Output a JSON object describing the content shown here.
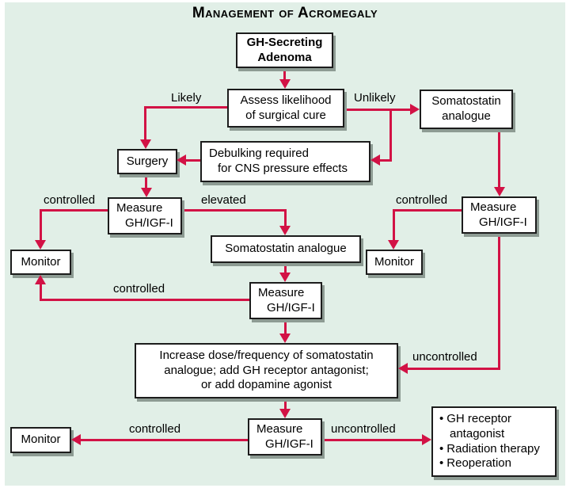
{
  "title": "Management of Acromegaly",
  "colors": {
    "background": "#e1efe7",
    "arrow": "#d21245",
    "box_fill": "#ffffff",
    "box_border": "#1c1c1c",
    "box_shadow": "#8d9b93",
    "text": "#000000"
  },
  "nodes": {
    "gh_secreting_adenoma": {
      "lines": [
        "GH-Secreting",
        "Adenoma"
      ]
    },
    "assess_likelihood": {
      "lines": [
        "Assess likelihood",
        "of surgical cure"
      ]
    },
    "somatostatin_analogue_right": {
      "lines": [
        "Somatostatin",
        "analogue"
      ]
    },
    "debulking": {
      "lines": [
        "Debulking required",
        "for CNS pressure effects"
      ]
    },
    "surgery": {
      "label": "Surgery"
    },
    "measure_gh_igf1_left": {
      "lines": [
        "Measure",
        "GH/IGF-I"
      ]
    },
    "monitor_left": {
      "label": "Monitor"
    },
    "somatostatin_analogue_mid": {
      "label": "Somatostatin analogue"
    },
    "measure_gh_igf1_mid": {
      "lines": [
        "Measure",
        "GH/IGF-I"
      ]
    },
    "measure_gh_igf1_right": {
      "lines": [
        "Measure",
        "GH/IGF-I"
      ]
    },
    "monitor_right": {
      "label": "Monitor"
    },
    "increase_dose": {
      "lines": [
        "Increase dose/frequency of somatostatin",
        "analogue; add GH receptor antagonist;",
        "or add dopamine agonist"
      ]
    },
    "measure_gh_igf1_bottom": {
      "lines": [
        "Measure",
        "GH/IGF-I"
      ]
    },
    "monitor_bottom": {
      "label": "Monitor"
    },
    "escalation_options": {
      "bullet": "•",
      "items": [
        "GH receptor antagonist",
        "Radiation therapy",
        "Reoperation"
      ]
    }
  },
  "edges": {
    "likely": {
      "label": "Likely"
    },
    "unlikely": {
      "label": "Unlikely"
    },
    "controlled_1": {
      "label": "controlled"
    },
    "elevated": {
      "label": "elevated"
    },
    "controlled_2": {
      "label": "controlled"
    },
    "controlled_3": {
      "label": "controlled"
    },
    "uncontrolled_1": {
      "label": "uncontrolled"
    },
    "controlled_4": {
      "label": "controlled"
    },
    "uncontrolled_2": {
      "label": "uncontrolled"
    }
  }
}
